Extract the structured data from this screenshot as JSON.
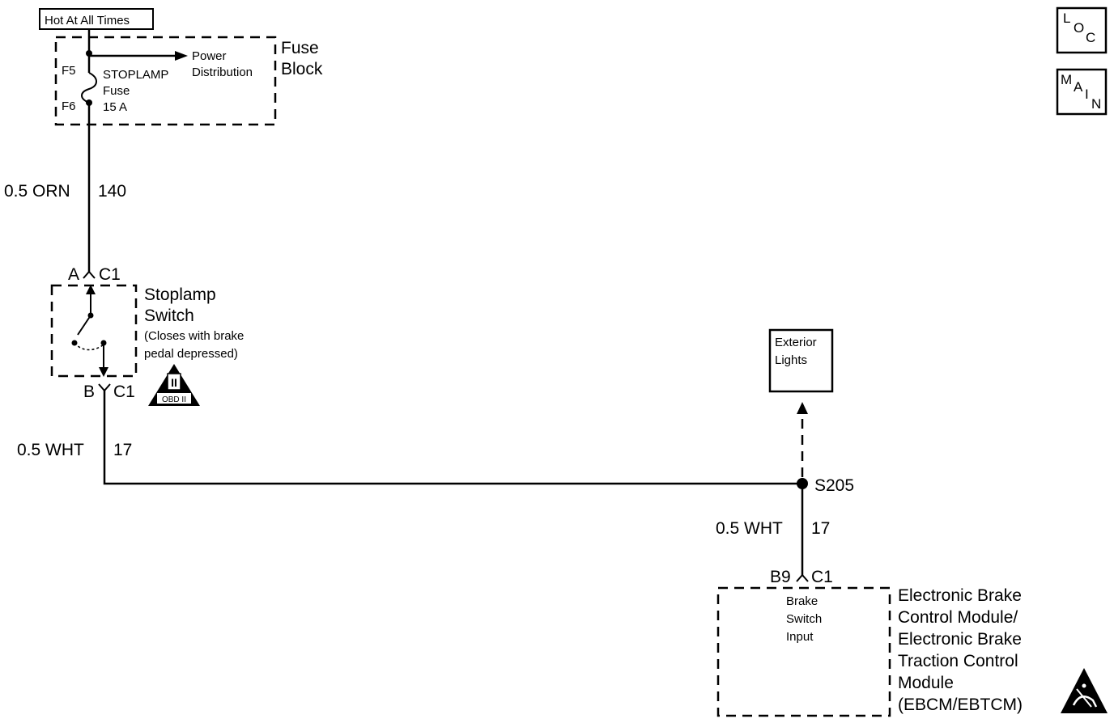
{
  "power": {
    "hot_label": "Hot At All Times"
  },
  "fuse_block": {
    "title_line1": "Fuse",
    "title_line2": "Block",
    "terminal_top": "F5",
    "terminal_bottom": "F6",
    "fuse_name_line1": "STOPLAMP",
    "fuse_name_line2": "Fuse",
    "fuse_rating": "15 A",
    "power_dist_line1": "Power",
    "power_dist_line2": "Distribution"
  },
  "wires": [
    {
      "gauge_color": "0.5 ORN",
      "circuit": "140"
    },
    {
      "gauge_color": "0.5 WHT",
      "circuit": "17"
    },
    {
      "gauge_color": "0.5 WHT",
      "circuit": "17"
    }
  ],
  "stoplamp_switch": {
    "connector_top_pin": "A",
    "connector_top_id": "C1",
    "connector_bottom_pin": "B",
    "connector_bottom_id": "C1",
    "title_line1": "Stoplamp",
    "title_line2": "Switch",
    "note_line1": "(Closes with brake",
    "note_line2": "pedal depressed)",
    "obd_symbol": "II",
    "obd_label": "OBD II"
  },
  "splice": {
    "id": "S205"
  },
  "exterior_lights": {
    "line1": "Exterior",
    "line2": "Lights"
  },
  "ebcm": {
    "connector_pin": "B9",
    "connector_id": "C1",
    "input_line1": "Brake",
    "input_line2": "Switch",
    "input_line3": "Input",
    "title_lines": [
      "Electronic Brake",
      "Control Module/",
      "Electronic Brake",
      "Traction Control",
      "Module",
      "(EBCM/EBTCM)"
    ],
    "esd_icon": "esd-warning-icon"
  },
  "nav": {
    "loc": [
      "L",
      "O",
      "C"
    ],
    "main": [
      "M",
      "A",
      "I",
      "N"
    ]
  }
}
